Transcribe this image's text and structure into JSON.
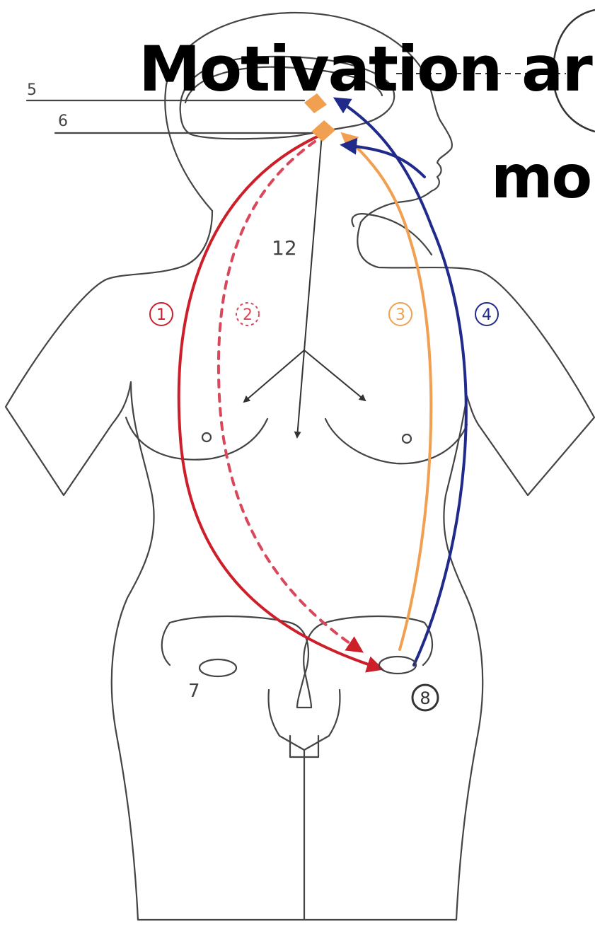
{
  "title": {
    "line1": "Motivation ar",
    "line2": "mo"
  },
  "labels": {
    "l5": "5",
    "l6": "6",
    "l12": "12",
    "l7": "7",
    "c1": "1",
    "c2": "2",
    "c3": "3",
    "c4": "4",
    "c8": "8"
  },
  "colors": {
    "outline": "#444444",
    "red": "#cc1f2a",
    "dashed_red": "#d9485a",
    "orange": "#f0a050",
    "blue": "#1f2a8a",
    "title": "#000000"
  }
}
